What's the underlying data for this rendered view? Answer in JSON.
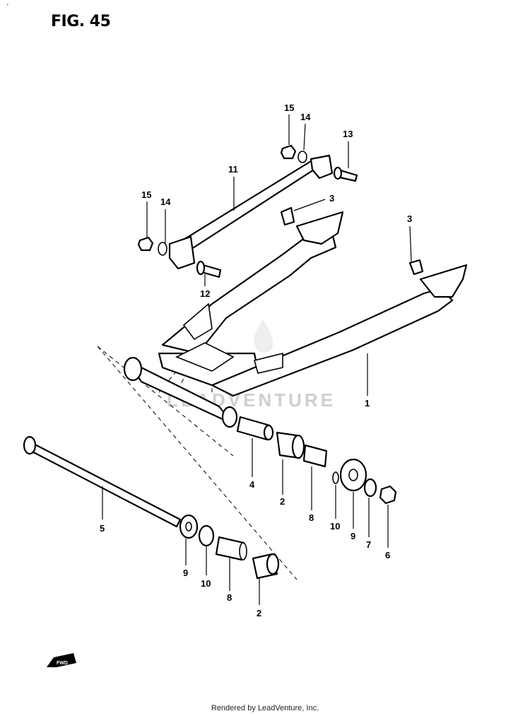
{
  "figure": {
    "title": "FIG. 45",
    "corner_mark": "'",
    "watermark": "LEADVENTURE",
    "footer": "Rendered by LeadVenture, Inc.",
    "fwd_label": "FWD"
  },
  "callouts": [
    {
      "id": "15a",
      "number": "15"
    },
    {
      "id": "14a",
      "number": "14"
    },
    {
      "id": "13",
      "number": "13"
    },
    {
      "id": "11",
      "number": "11"
    },
    {
      "id": "3a",
      "number": "3"
    },
    {
      "id": "15b",
      "number": "15"
    },
    {
      "id": "14b",
      "number": "14"
    },
    {
      "id": "3b",
      "number": "3"
    },
    {
      "id": "12",
      "number": "12"
    },
    {
      "id": "1",
      "number": "1"
    },
    {
      "id": "4",
      "number": "4"
    },
    {
      "id": "2a",
      "number": "2"
    },
    {
      "id": "8a",
      "number": "8"
    },
    {
      "id": "10a",
      "number": "10"
    },
    {
      "id": "9a",
      "number": "9"
    },
    {
      "id": "7",
      "number": "7"
    },
    {
      "id": "6",
      "number": "6"
    },
    {
      "id": "5",
      "number": "5"
    },
    {
      "id": "9b",
      "number": "9"
    },
    {
      "id": "10b",
      "number": "10"
    },
    {
      "id": "8b",
      "number": "8"
    },
    {
      "id": "2b",
      "number": "2"
    }
  ]
}
